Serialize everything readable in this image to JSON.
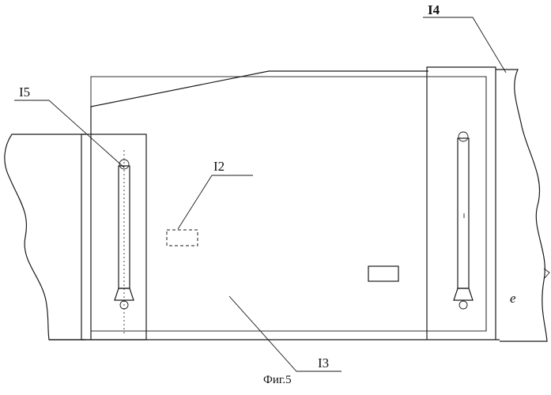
{
  "figure": {
    "caption": "Фиг.5",
    "labels": {
      "l14": "I4",
      "l15": "I5",
      "l12": "I2",
      "l13": "I3",
      "mark": "e"
    }
  }
}
